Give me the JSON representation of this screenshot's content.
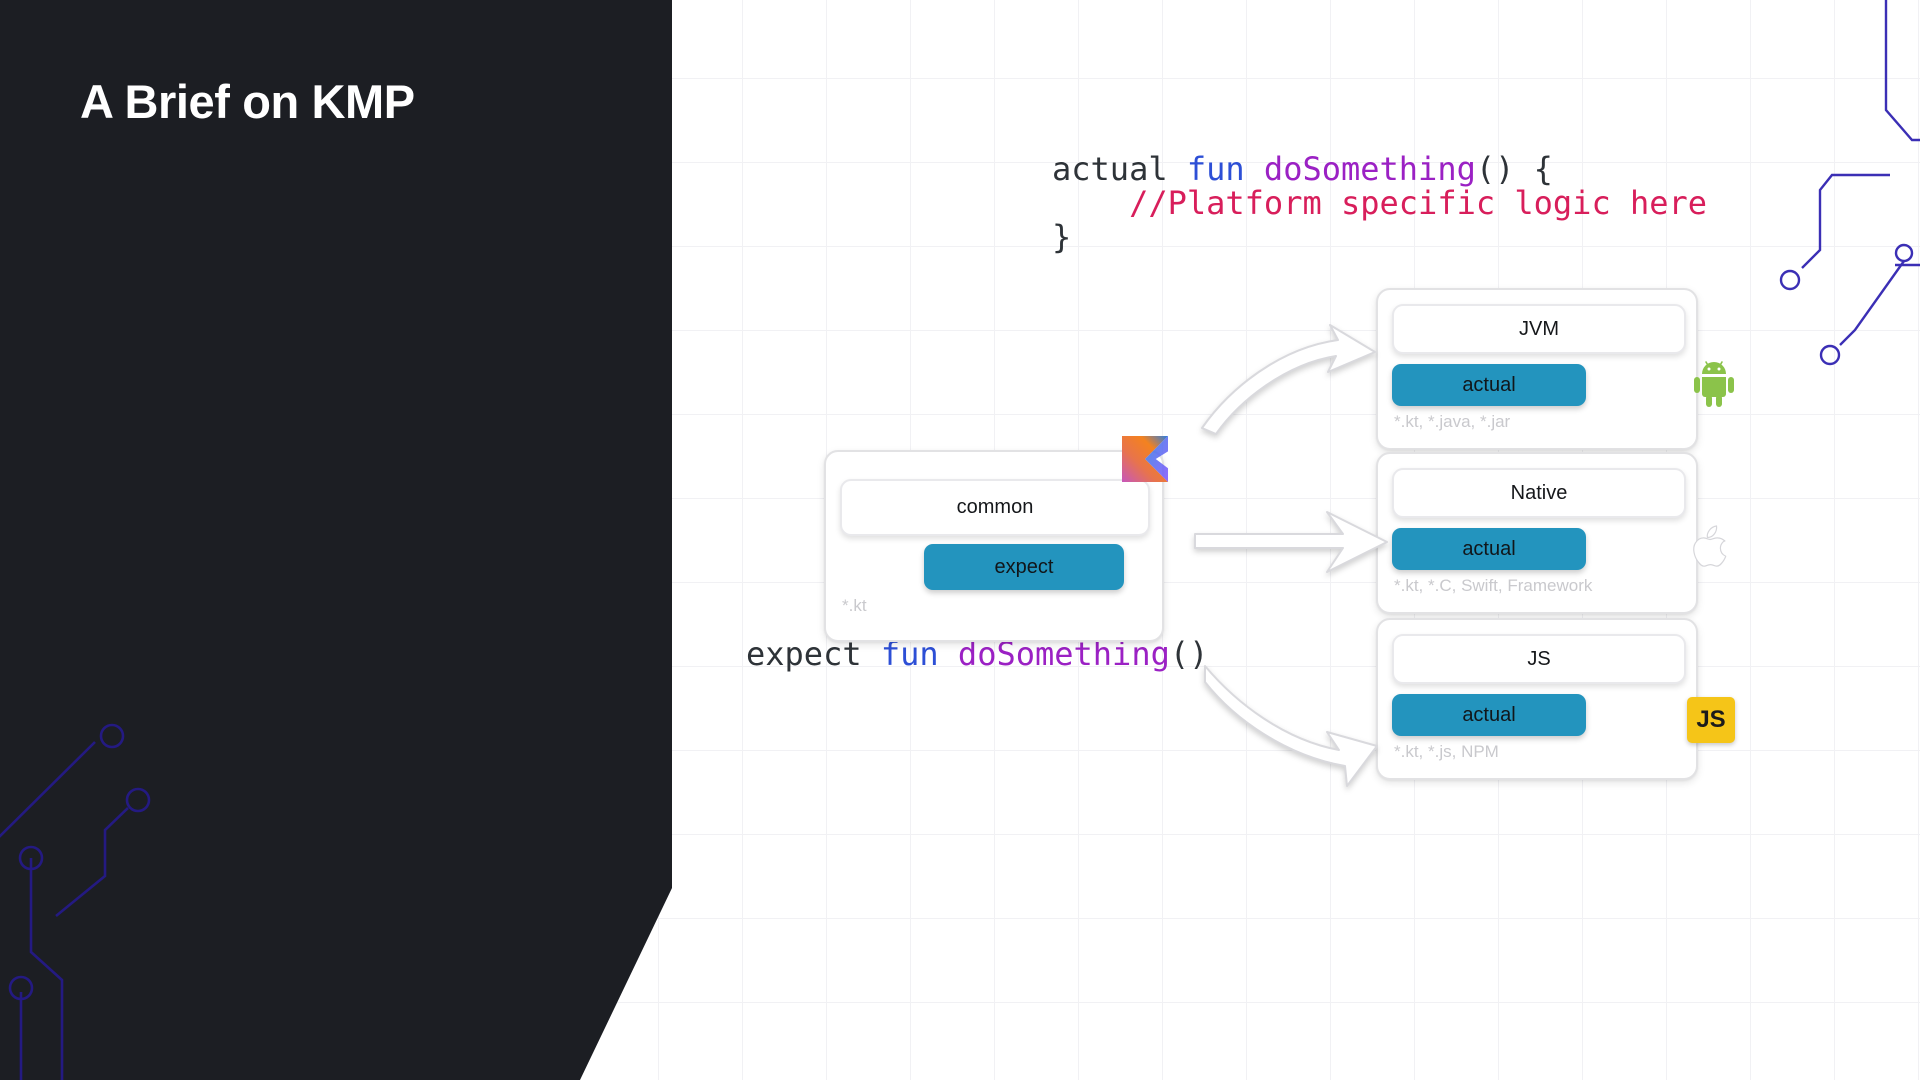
{
  "slide": {
    "title": "A Brief on KMP",
    "panel_color": "#1c1e23",
    "background_color": "#ffffff",
    "accent_teal": "#2394be",
    "js_yellow": "#f5c518",
    "android_green": "#8bc34a",
    "circuit_color_dark": "#2a1f8f",
    "circuit_color_light": "#3b2fb5"
  },
  "code_actual": {
    "line1_kw_actual": "actual ",
    "line1_kw_fun": "fun ",
    "line1_name": "doSomething",
    "line1_tail": "() {",
    "line2_comment": "    //Platform specific logic here",
    "line3": "}"
  },
  "code_expect": {
    "kw_expect": "expect ",
    "kw_fun": "fun ",
    "name": "doSomething",
    "tail": "()"
  },
  "common_card": {
    "title": "common",
    "badge": "expect",
    "extensions": "*.kt",
    "logo": "kotlin-logo"
  },
  "platforms": [
    {
      "name": "JVM",
      "badge": "actual",
      "extensions": "*.kt, *.java, *.jar",
      "icon": "android-icon"
    },
    {
      "name": "Native",
      "badge": "actual",
      "extensions": "*.kt, *.C, Swift, Framework",
      "icon": "apple-icon"
    },
    {
      "name": "JS",
      "badge": "actual",
      "extensions": "*.kt, *.js, NPM",
      "icon": "js-icon",
      "icon_label": "JS"
    }
  ],
  "arrows": [
    {
      "name": "arrow-common-to-jvm",
      "style": "curved-up"
    },
    {
      "name": "arrow-common-to-native",
      "style": "straight"
    },
    {
      "name": "arrow-common-to-js",
      "style": "curved-down"
    }
  ]
}
